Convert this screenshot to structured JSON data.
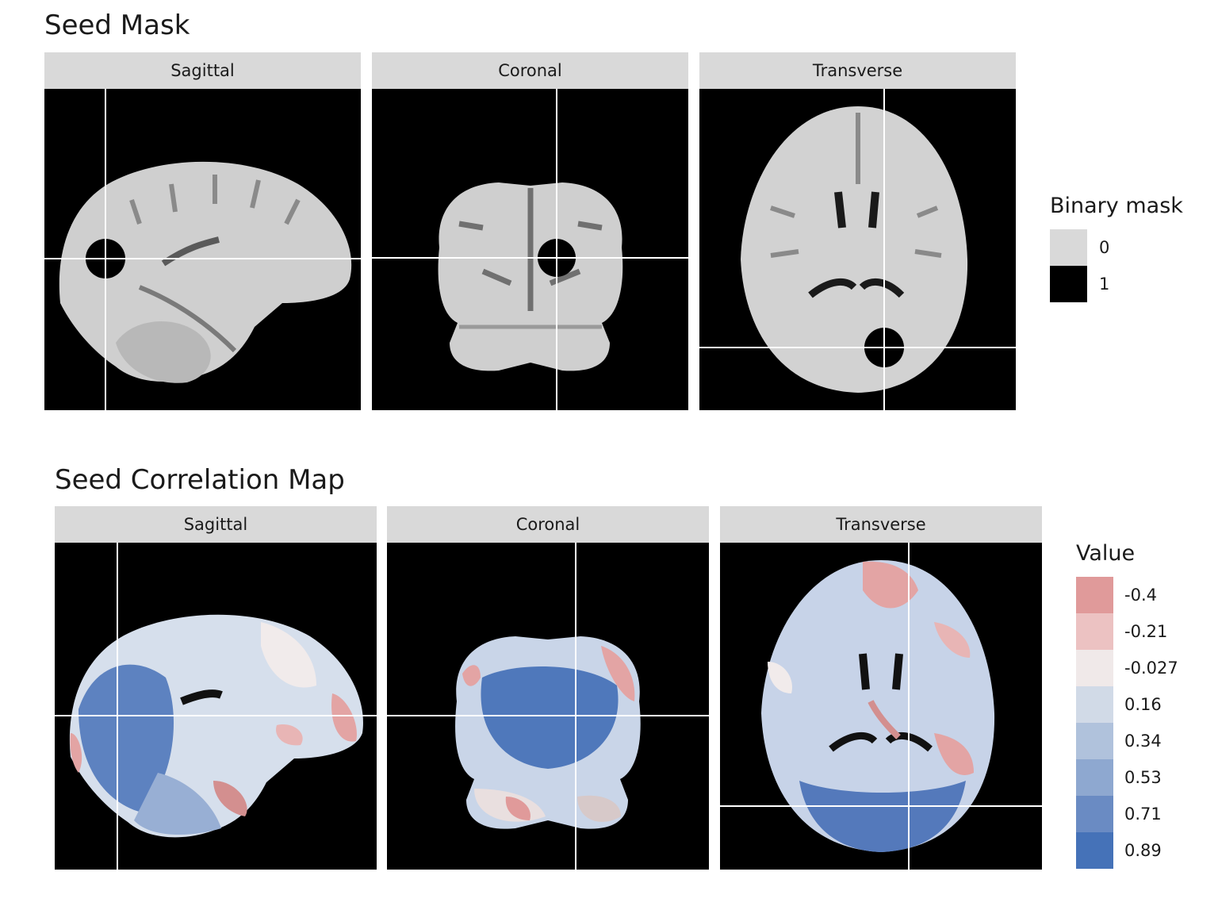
{
  "figures": [
    {
      "title": "Seed Mask",
      "facets": [
        "Sagittal",
        "Coronal",
        "Transverse"
      ],
      "legend": {
        "title": "Binary mask",
        "entries": [
          {
            "label": "0",
            "color": "#d9d9d9"
          },
          {
            "label": "1",
            "color": "#000000"
          }
        ]
      }
    },
    {
      "title": "Seed Correlation Map",
      "facets": [
        "Sagittal",
        "Coronal",
        "Transverse"
      ],
      "legend": {
        "title": "Value",
        "entries": [
          {
            "label": "-0.4",
            "color": "#e09a9a"
          },
          {
            "label": "-0.21",
            "color": "#ecc2c2"
          },
          {
            "label": "-0.027",
            "color": "#f0e9e9"
          },
          {
            "label": "0.16",
            "color": "#d1dae7"
          },
          {
            "label": "0.34",
            "color": "#b0c2dc"
          },
          {
            "label": "0.53",
            "color": "#8ea8d0"
          },
          {
            "label": "0.71",
            "color": "#6a8bc3"
          },
          {
            "label": "0.89",
            "color": "#4572b8"
          }
        ]
      }
    }
  ],
  "chart_data": [
    {
      "type": "heatmap",
      "title": "Seed Mask",
      "panels": [
        "Sagittal",
        "Coronal",
        "Transverse"
      ],
      "fill_variable": "Binary mask",
      "levels": [
        "0",
        "1"
      ],
      "background": "#000000",
      "crosshair_color": "#ffffff",
      "grid": false
    },
    {
      "type": "heatmap",
      "title": "Seed Correlation Map",
      "panels": [
        "Sagittal",
        "Coronal",
        "Transverse"
      ],
      "fill_variable": "Value",
      "color_breaks": [
        -0.4,
        -0.21,
        -0.027,
        0.16,
        0.34,
        0.53,
        0.71,
        0.89
      ],
      "background": "#000000",
      "crosshair_color": "#ffffff",
      "grid": false
    }
  ]
}
